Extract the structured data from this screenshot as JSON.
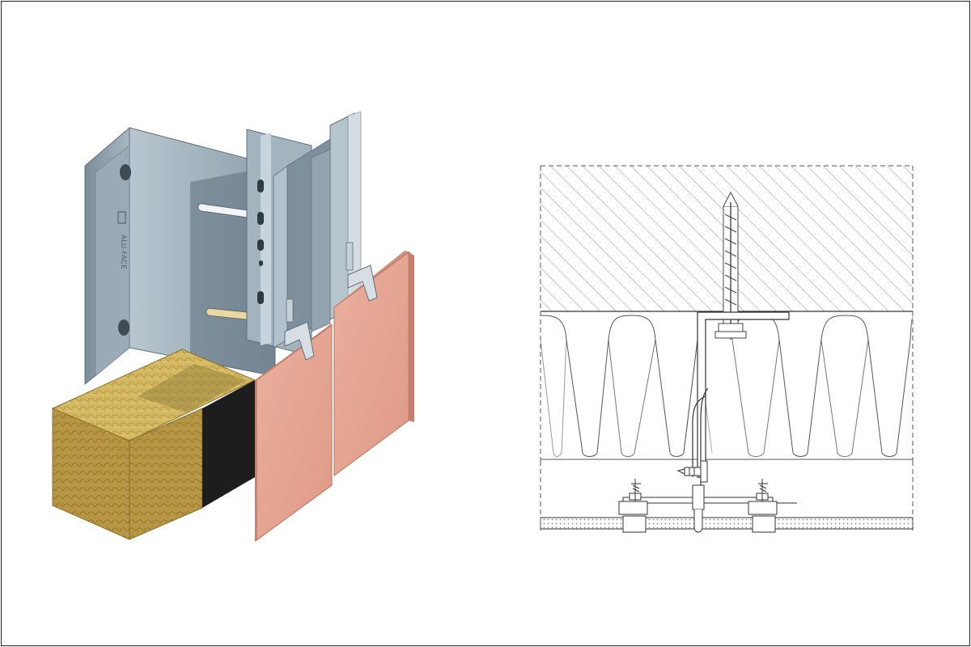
{
  "figure": {
    "left_panel": {
      "subject": "isometric-cladding-assembly",
      "brand_mark": "ALU-FACE",
      "colors": {
        "bracket": "#9fb1bd",
        "bracket_shadow": "#6f8290",
        "bracket_light": "#c4d2db",
        "insulation": "#d2b45c",
        "insulation_dark": "#a88a3a",
        "membrane": "#1c1c1c",
        "panel": "#e6a491",
        "panel_edge": "#c98371",
        "clip": "#cfd8de"
      }
    },
    "right_panel": {
      "subject": "cross-section-drawing",
      "line_color": "#555555"
    }
  }
}
